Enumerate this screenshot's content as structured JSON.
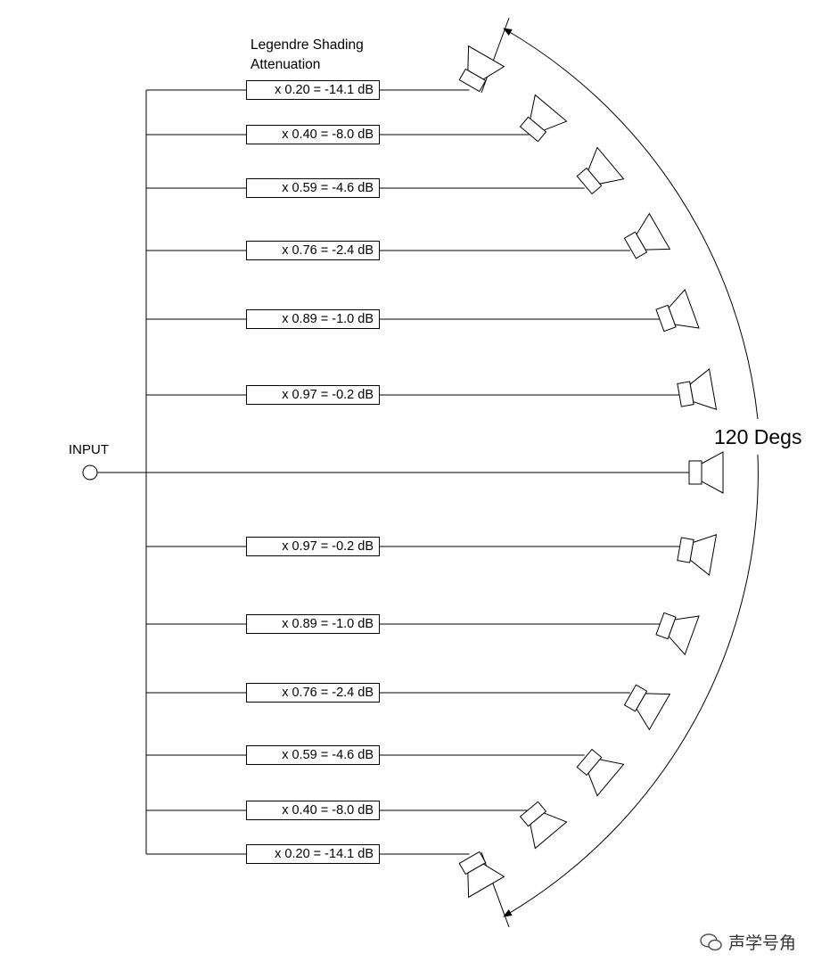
{
  "title_lines": [
    "Legendre Shading",
    "Attenuation"
  ],
  "input_label": "INPUT",
  "angle_label": "120 Degs",
  "watermark": "声学号角",
  "rows": [
    {
      "label": "x 0.20 = -14.1 dB",
      "gain": 0.2,
      "db": -14.1
    },
    {
      "label": "x 0.40 = -8.0 dB",
      "gain": 0.4,
      "db": -8.0
    },
    {
      "label": "x 0.59 = -4.6 dB",
      "gain": 0.59,
      "db": -4.6
    },
    {
      "label": "x 0.76 = -2.4 dB",
      "gain": 0.76,
      "db": -2.4
    },
    {
      "label": "x 0.89 = -1.0 dB",
      "gain": 0.89,
      "db": -1.0
    },
    {
      "label": "x 0.97 = -0.2 dB",
      "gain": 0.97,
      "db": -0.2
    },
    {
      "label": "x 0.97 = -0.2 dB",
      "gain": 0.97,
      "db": -0.2
    },
    {
      "label": "x 0.89 = -1.0 dB",
      "gain": 0.89,
      "db": -1.0
    },
    {
      "label": "x 0.76 = -2.4 dB",
      "gain": 0.76,
      "db": -2.4
    },
    {
      "label": "x 0.59 = -4.6 dB",
      "gain": 0.59,
      "db": -4.6
    },
    {
      "label": "x 0.40 = -8.0 dB",
      "gain": 0.4,
      "db": -8.0
    },
    {
      "label": "x 0.20 = -14.1 dB",
      "gain": 0.2,
      "db": -14.1
    }
  ],
  "speaker_count": 13
}
